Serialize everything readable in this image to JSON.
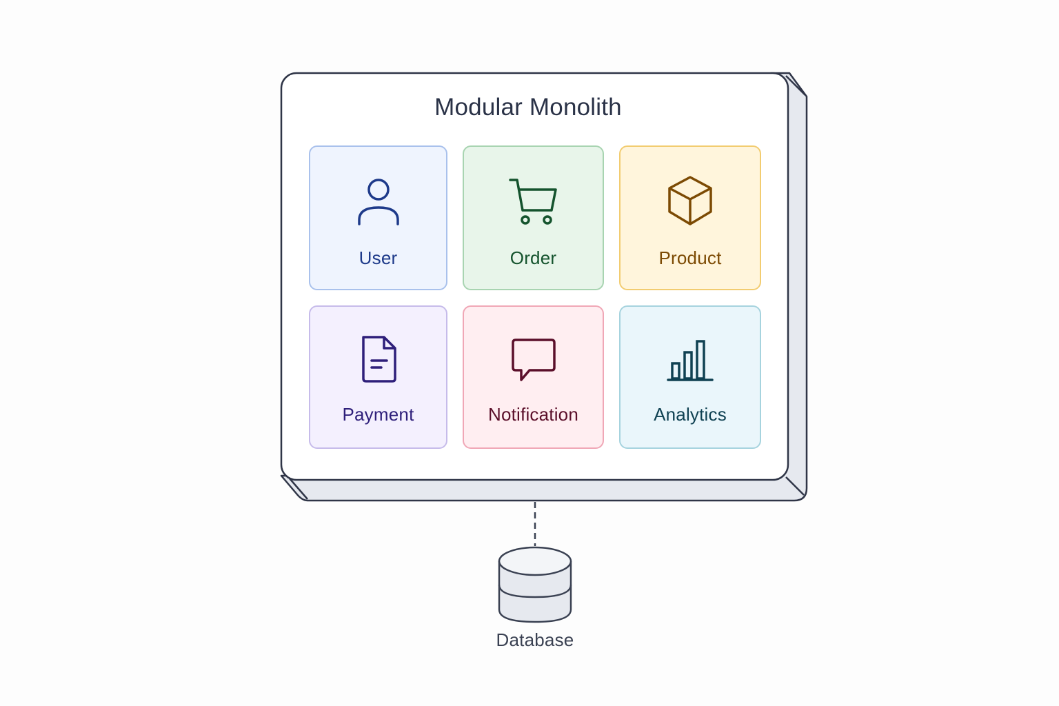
{
  "diagram": {
    "title": "Modular Monolith",
    "modules": [
      {
        "label": "User",
        "icon": "user-icon",
        "color": "#1e3a8a",
        "background": "#eff4fe",
        "border": "#a9c1ec"
      },
      {
        "label": "Order",
        "icon": "shopping-cart-icon",
        "color": "#14532d",
        "background": "#e8f5ea",
        "border": "#a8d4b1"
      },
      {
        "label": "Product",
        "icon": "box-icon",
        "color": "#7c4a03",
        "background": "#fff5dc",
        "border": "#f2cc70"
      },
      {
        "label": "Payment",
        "icon": "document-icon",
        "color": "#2e1f7a",
        "background": "#f4f0fe",
        "border": "#c6bbea"
      },
      {
        "label": "Notification",
        "icon": "chat-bubble-icon",
        "color": "#5b0f2a",
        "background": "#ffeef1",
        "border": "#f0a7b6"
      },
      {
        "label": "Analytics",
        "icon": "bar-chart-icon",
        "color": "#0f4152",
        "background": "#eaf6fb",
        "border": "#a6d3de"
      }
    ],
    "database": {
      "label": "Database",
      "icon": "database-icon"
    },
    "connector": "dashed"
  }
}
